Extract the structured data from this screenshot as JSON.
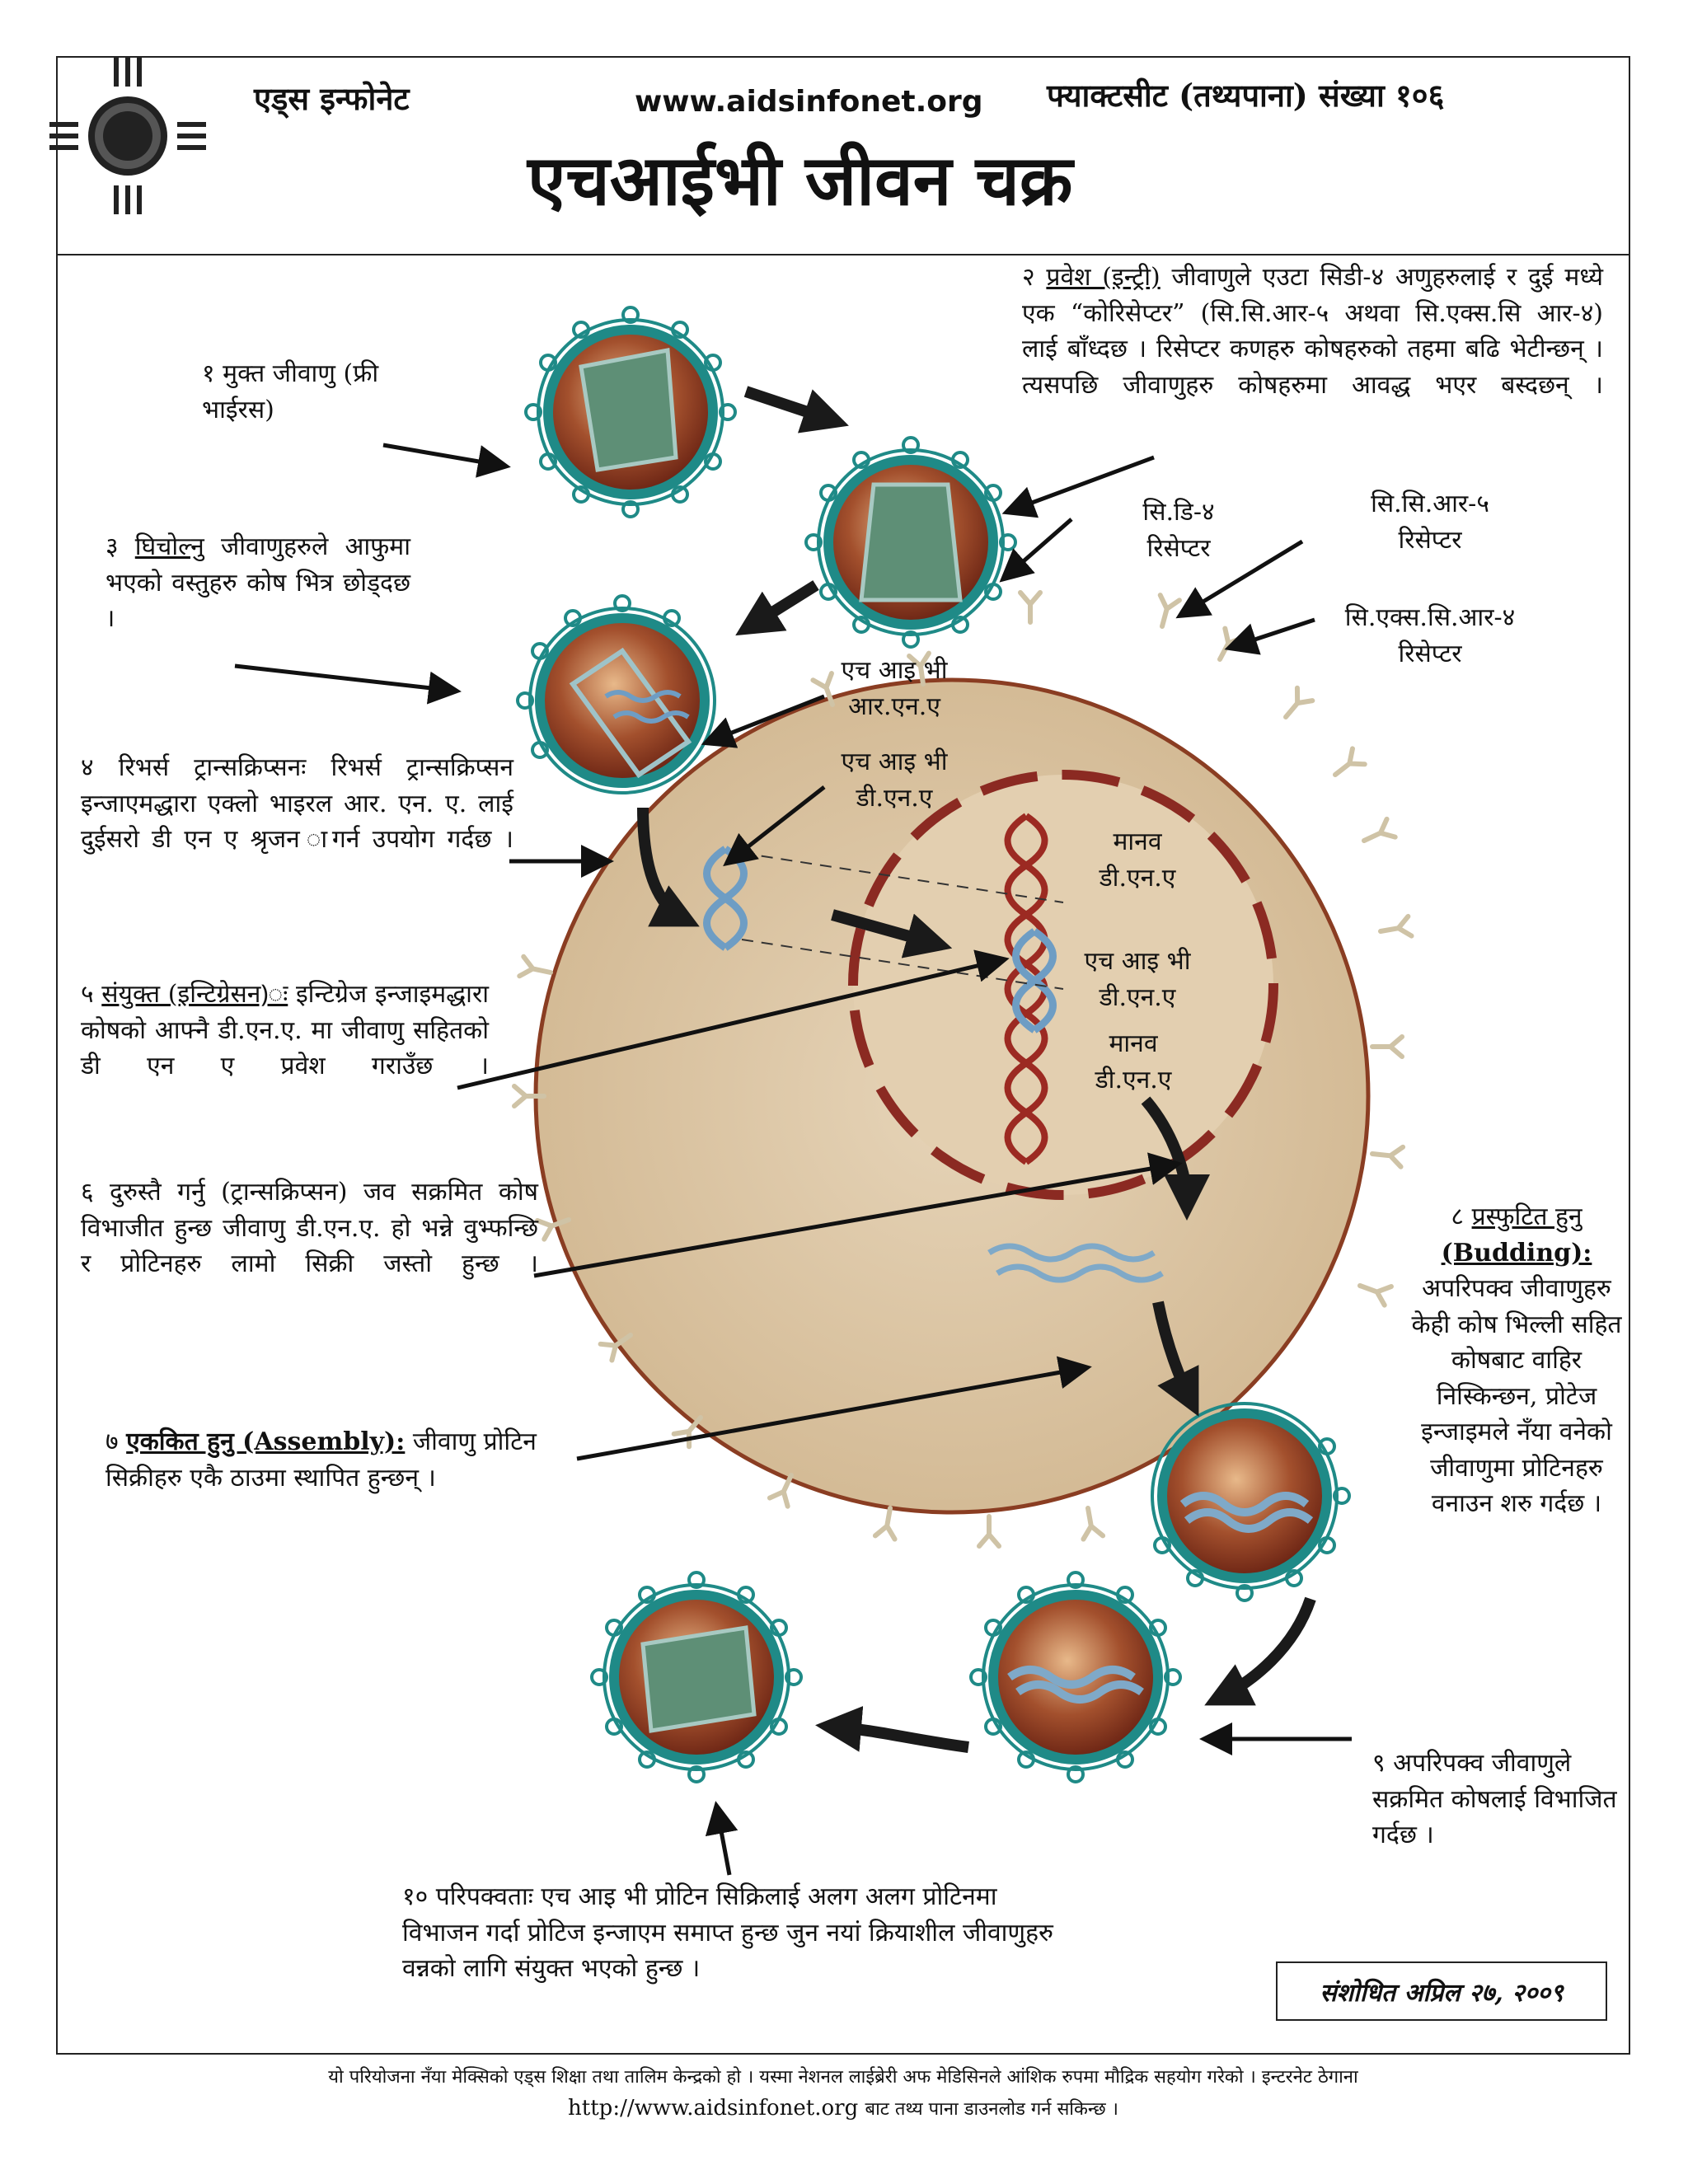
{
  "header": {
    "org": "एड्स इन्फोनेट",
    "url": "www.aidsinfonet.org",
    "factsheet": "फ्याक्टसीट (तथ्यपाना) संख्या १०६",
    "title": "एचआईभी जीवन चक्र"
  },
  "steps": {
    "s1": {
      "num": "१",
      "title": "मुक्त जीवाणु",
      "rest": "(फ्री भाईरस)"
    },
    "s2": {
      "num": "२",
      "title": "प्रवेश (इन्ट्री)",
      "text": "जीवाणुले एउटा सिडी-४ अणुहरुलाई र दुई मध्ये एक “कोरिसेप्टर” (सि.सि.आर-५ अथवा सि.एक्स.सि आर-४) लाई बाँध्दछ । रिसेप्टर कणहरु कोषहरुको तहमा बढि भेटीन्छन् । त्यसपछि जीवाणुहरु कोषहरुमा आवद्ध भएर बस्दछन् ।"
    },
    "s3": {
      "num": "३",
      "title": "घिचोल्नु",
      "text": "जीवाणुहरुले आफुमा भएको वस्तुहरु कोष भित्र छोड्दछ ।"
    },
    "s4": {
      "num": "४",
      "title": "रिभर्स ट्रान्सक्रिप्सनः",
      "text": "रिभर्स ट्रान्सक्रिप्सन इन्जाएमद्धारा एक्लो भाइरल आर. एन. ए. लाई दुईसरो डी एन ए श्रृजन ागर्न उपयोग गर्दछ ।"
    },
    "s5": {
      "num": "५",
      "title": "संयुक्त (इन्टिग्रेसन)ः",
      "text": "इन्टिग्रेज इन्जाइमद्धारा कोषको आफ्नै डी.एन.ए. मा जीवाणु सहितको डी एन ए प्रवेश गराउँछ ।"
    },
    "s6": {
      "num": "६",
      "text": "दुरुस्तै गर्नु (ट्रान्सक्रिप्सन) जव सक्रमित कोष विभाजीत हुन्छ जीवाणु डी.एन.ए. हो भन्ने वुभ्फन्छि र प्रोटिनहरु लामो सिक्री जस्तो हुन्छ ।"
    },
    "s7": {
      "num": "७",
      "title": "एककित हुनु (Assembly):",
      "text": "जीवाणु प्रोटिन सिक्रीहरु एकै ठाउमा स्थापित हुन्छन् ।"
    },
    "s8": {
      "num": "८",
      "title": "प्रस्फुटित हुनु",
      "title_en": "(Budding):",
      "text": "अपरिपक्व जीवाणुहरु केही कोष भिल्ली सहित कोषबाट वाहिर निस्किन्छन, प्रोटेज इन्जाइमले नँया वनेको जीवाणुमा प्रोटिनहरु वनाउन शरु गर्दछ ।"
    },
    "s9": {
      "num": "९",
      "text": "अपरिपक्व जीवाणुले सक्रमित कोषलाई विभाजित गर्दछ ।"
    },
    "s10": {
      "num": "१०",
      "text": "परिपक्वताः एच आइ भी प्रोटिन सिक्रिलाई अलग अलग प्रोटिनमा विभाजन गर्दा प्रोटिज इन्जाएम समाप्त हुन्छ जुन नयां क्रियाशील जीवाणुहरु वन्नको लागि संयुक्त भएको हुन्छ ।"
    }
  },
  "labels": {
    "cd4": "सि.डि-४ रिसेप्टर",
    "ccr5": "सि.सि.आर-५ रिसेप्टर",
    "cxcr4": "सि.एक्स.सि.आर-४ रिसेप्टर",
    "hiv_rna": "एच आइ भी आर.एन.ए",
    "hiv_dna_1": "एच आइ भी डी.एन.ए",
    "human_dna_1": "मानव डी.एन.ए",
    "hiv_dna_2": "एच आइ भी डी.एन.ए",
    "human_dna_2": "मानव डी.एन.ए"
  },
  "revised": "संशोधित अप्रिल २७, २००९",
  "footer": {
    "line1": "यो परियोजना नँया मेक्सिको एड्स शिक्षा तथा तालिम केन्द्रको हो । यस्मा नेशनल लाईब्रेरी अफ मेडिसिनले आंशिक रुपमा मौद्रिक सहयोग गरेको । इन्टरनेट ठेगाना",
    "url": "http://www.aidsinfonet.org",
    "line2_rest": "बाट तथ्य पाना डाउनलोड गर्न सकिन्छ ।"
  },
  "colors": {
    "cell": "#d9c2a0",
    "nucleus_border": "#8b2a22",
    "virus_shell": "#1f8a87",
    "virus_core": "#8a3d22",
    "rna": "#7fa9c8",
    "human_dna": "#9c2a22",
    "arrow": "#1a1a1a"
  }
}
